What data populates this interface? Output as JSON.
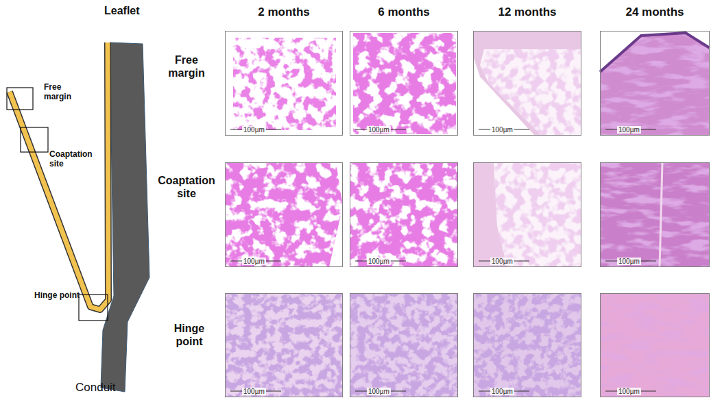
{
  "diagram": {
    "nodes": [
      {
        "text": [
          "100µm"
        ]
      },
      {
        "text": [
          "100µm"
        ]
      },
      {
        "text": [
          "100µm"
        ]
      },
      {
        "text": [
          "100µm"
        ]
      },
      {
        "text": [
          "100µm"
        ]
      },
      {
        "text": [
          "100µm"
        ]
      },
      {
        "text": [
          "100µm"
        ]
      },
      {
        "text": [
          "100µm"
        ]
      },
      {
        "text": [
          "100µm"
        ]
      },
      {
        "text": [
          "100µm"
        ]
      },
      {
        "text": [
          "100µm"
        ]
      },
      {
        "text": [
          "100µm"
        ]
      }
    ],
    "labels": [
      "Leaflet",
      "Free margin",
      "Coaptation site",
      "Hinge point",
      "Conduit",
      "2 months",
      "6 months",
      "12 months",
      "24 months",
      "Free margin",
      "Coaptation site",
      "Hinge point"
    ]
  }
}
